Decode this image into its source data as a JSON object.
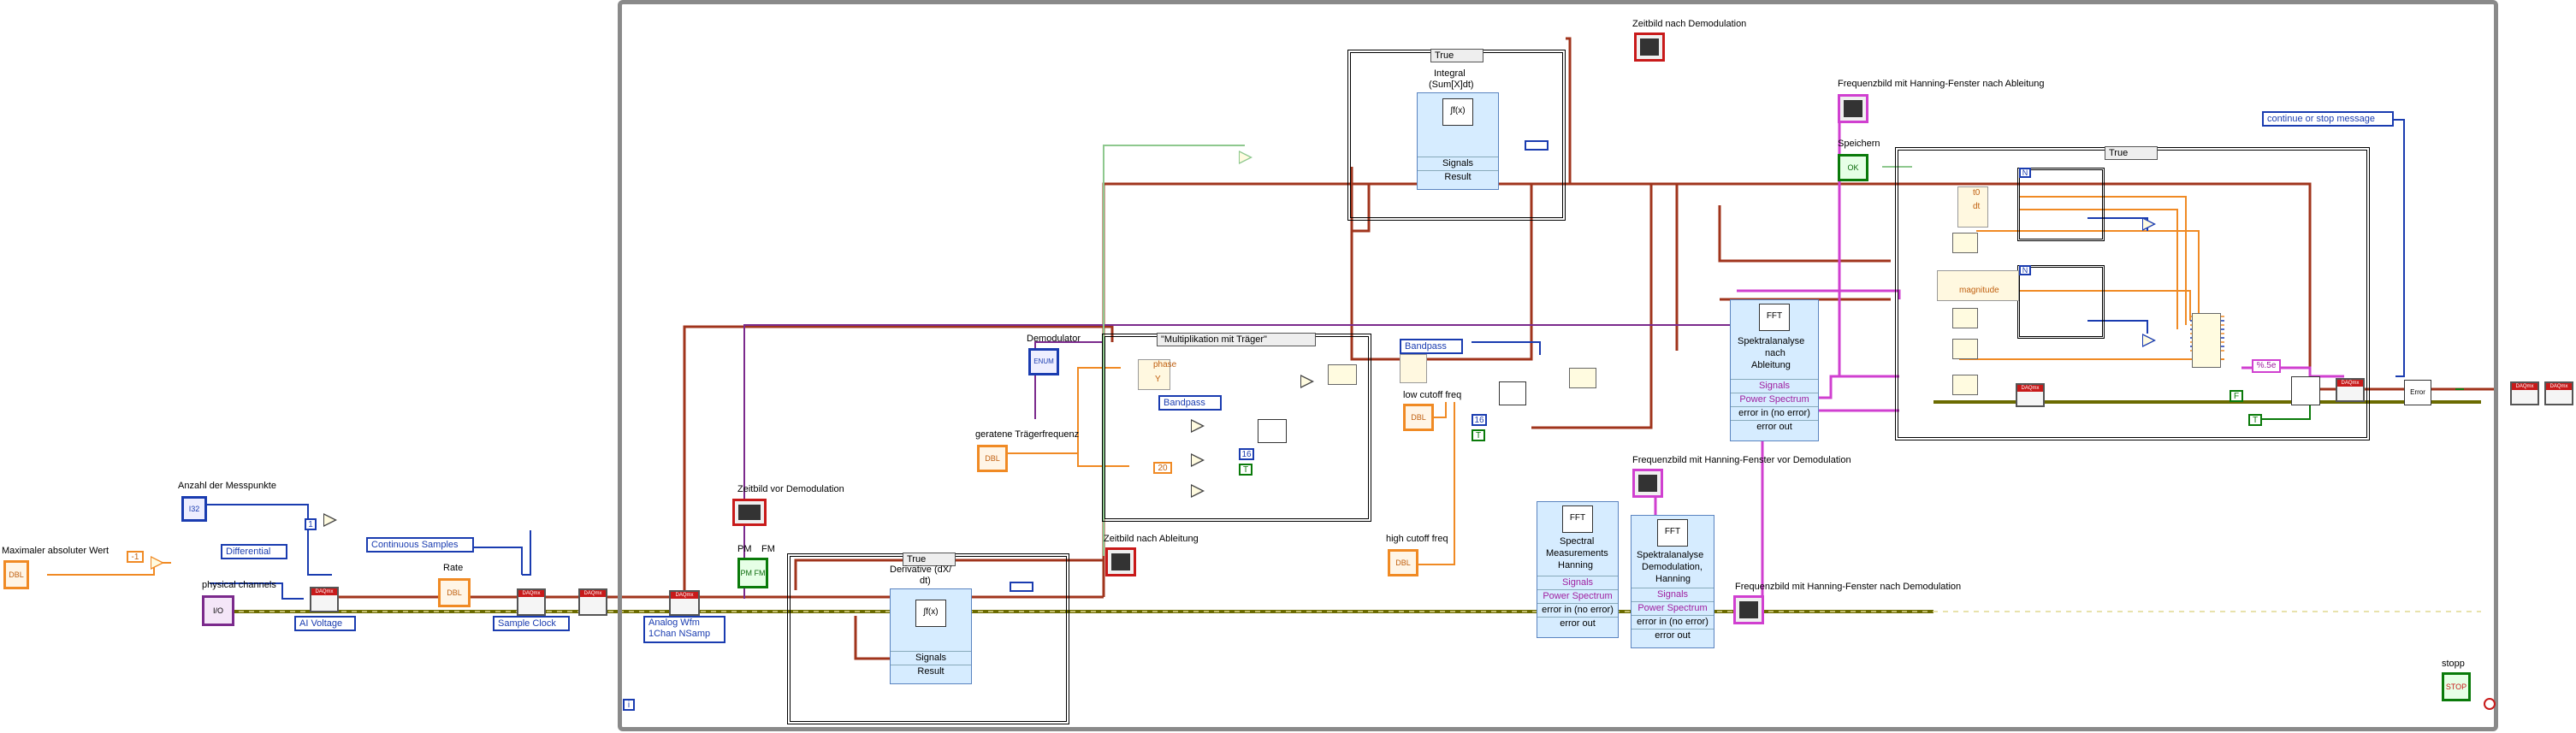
{
  "labels": {
    "max_abs_value": "Maximaler absoluter Wert",
    "num_points": "Anzahl der Messpunkte",
    "physical_channels": "physical channels",
    "rate": "Rate",
    "zeitbild_vor_demod": "Zeitbild vor Demodulation",
    "pm": "PM",
    "fm": "FM",
    "zeitbild_nach_ableitung": "Zeitbild nach Ableitung",
    "demodulator": "Demodulator",
    "traegerfrequenz": "geratene Trägerfrequenz",
    "zeitbild_nach_demod": "Zeitbild nach Demodulation",
    "low_cutoff": "low cutoff freq",
    "high_cutoff": "high cutoff freq",
    "freq_hanning_ableitung": "Frequenzbild mit Hanning-Fenster nach Ableitung",
    "speichern": "Speichern",
    "freq_hanning_vor_demod": "Frequenzbild mit Hanning-Fenster vor Demodulation",
    "freq_hanning_nach_demod": "Frequenzbild mit Hanning-Fenster nach Demodulation",
    "stopp": "stopp"
  },
  "controls": {
    "differential": "Differential",
    "continuous_samples": "Continuous Samples",
    "ai_voltage": "AI Voltage",
    "sample_clock": "Sample Clock",
    "analog_wfm": "Analog Wfm",
    "analog_wfm_2": "1Chan NSamp",
    "continue_or_stop": "continue or stop message",
    "bandpass_1": "Bandpass",
    "bandpass_2": "Bandpass",
    "fmt_string": "%.5e"
  },
  "constants": {
    "minus_one": "-1",
    "one": "1",
    "twenty": "20",
    "sixteen_1": "16",
    "sixteen_2": "16",
    "ct_1": "T",
    "ct_2": "T",
    "ct_3": "T",
    "cf": "F",
    "magnitude": "magnitude",
    "phase": "phase",
    "t0": "t0",
    "dt": "dt",
    "y": "Y",
    "loop_counter": "i",
    "n_1": "N",
    "n_2": "N"
  },
  "case_selectors": {
    "integral": "True",
    "multiplikation": "\"Multiplikation mit Träger\"",
    "derivative": "True",
    "true_right": "True"
  },
  "express_vis": {
    "integral": {
      "title_1": "Integral",
      "title_2": "(Sum[X]dt)",
      "icon": "∫f(x)",
      "in": "Signals",
      "out": "Result"
    },
    "derivative": {
      "title_1": "Derivative (dX/",
      "title_2": "dt)",
      "icon": "∫f(x)",
      "in": "Signals",
      "out": "Result"
    },
    "spectral_ableitung": {
      "title_1": "Spektralanalyse",
      "title_2": "nach",
      "title_3": "Ableitung",
      "in": "Signals",
      "out": "Power Spectrum",
      "err_in": "error in (no error)",
      "err_out": "error out"
    },
    "spectral_measurements": {
      "title_1": "Spectral",
      "title_2": "Measurements",
      "title_3": "Hanning",
      "in": "Signals",
      "out": "Power Spectrum",
      "err_in": "error in (no error)",
      "err_out": "error out"
    },
    "spectral_demod": {
      "title_1": "Spektralanalyse",
      "title_2": "Demodulation,",
      "title_3": "Hanning",
      "in": "Signals",
      "out": "Power Spectrum",
      "err_in": "error in (no error)",
      "err_out": "error out"
    }
  },
  "daq_nodes": [
    "DAQmx",
    "DAQmx",
    "DAQmx",
    "DAQmx",
    "DAQmx",
    "DAQmx",
    "DAQmx",
    "DAQmx"
  ],
  "types": {
    "i32": "I32",
    "dbl": "DBL",
    "pm_fm": "PM FM",
    "stop_btn": "STOP",
    "ok_btn": "OK"
  },
  "colors": {
    "wire_orange": "#f08a24",
    "wire_blue": "#1a3cb0",
    "wire_dark_red": "#a0341c",
    "wire_pink": "#d040d0",
    "wire_purple": "#7b2a8c",
    "wire_green": "#0a7a0a",
    "wire_olive": "#6b6b00",
    "express_bg": "#d6ecff",
    "loop_border": "#8a8a8a"
  }
}
